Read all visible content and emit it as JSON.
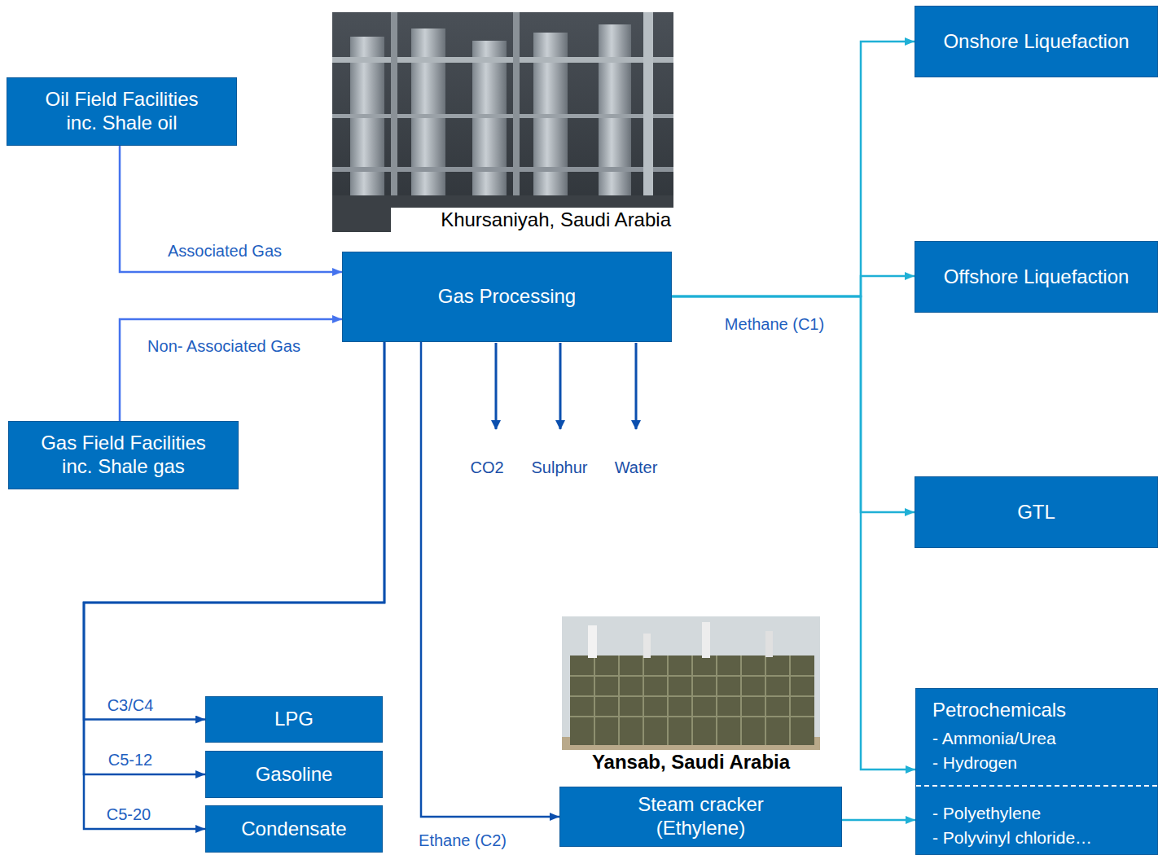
{
  "diagram": {
    "nodes": [
      {
        "text": [
          "Oil Field Facilities inc. Shale oil"
        ]
      },
      {
        "text": [
          "Gas Field Facilities inc. Shale gas"
        ]
      },
      {
        "text": [
          "Gas Processing"
        ]
      },
      {
        "text": [
          "Onshore Liquefaction"
        ]
      },
      {
        "text": [
          "Offshore Liquefaction"
        ]
      },
      {
        "text": [
          "GTL"
        ]
      },
      {
        "text": [
          "LPG"
        ]
      },
      {
        "text": [
          "Gasoline"
        ]
      },
      {
        "text": [
          "Condensate"
        ]
      },
      {
        "text": [
          "Steam cracker (Ethylene)"
        ]
      },
      {
        "text": [
          "Petrochemicals",
          "- Ammonia/Urea",
          "- Hydrogen",
          "- Polyethylene",
          "- Polyvinyl chloride…"
        ]
      }
    ],
    "edges": [
      {
        "from": 0,
        "to": 2,
        "label": "Associated Gas",
        "arrow": "to"
      },
      {
        "from": 1,
        "to": 2,
        "label": "Non- Associated Gas",
        "arrow": "to"
      },
      {
        "from": 2,
        "to": 3,
        "arrow": "to"
      },
      {
        "from": 2,
        "to": 4,
        "label": "Methane (C1)",
        "arrow": "to"
      },
      {
        "from": 2,
        "to": 5,
        "arrow": "to"
      },
      {
        "from": 2,
        "to": 10,
        "arrow": "to"
      },
      {
        "from": 2,
        "to": 6,
        "label": "C3/C4",
        "arrow": "to"
      },
      {
        "from": 2,
        "to": 7,
        "label": "C5-12",
        "arrow": "to"
      },
      {
        "from": 2,
        "to": 8,
        "label": "C5-20",
        "arrow": "to"
      },
      {
        "from": 2,
        "to": 9,
        "label": "Ethane (C2)",
        "arrow": "to"
      },
      {
        "from": 9,
        "to": 10,
        "arrow": "to"
      }
    ],
    "labels": [
      "Khursaniyah, Saudi Arabia",
      "CO2",
      "Sulphur",
      "Water",
      "Yansab, Saudi Arabia"
    ]
  }
}
